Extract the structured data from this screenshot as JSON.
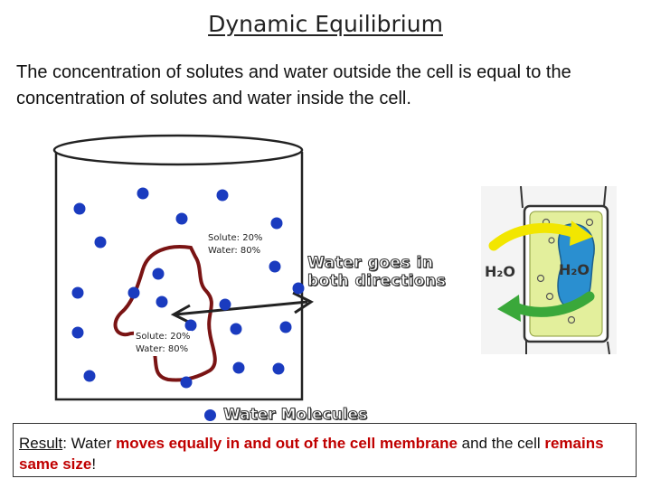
{
  "title": "Dynamic Equilibrium",
  "intro": "The concentration of solutes and water outside the cell is equal to the concentration of solutes and water inside the cell.",
  "diagram": {
    "outside_label_solute": "Solute: 20%",
    "outside_label_water": "Water: 80%",
    "inside_label_solute": "Solute: 20%",
    "inside_label_water": "Water: 80%",
    "arrow_caption_line1": "Water goes in",
    "arrow_caption_line2": "both directions",
    "legend_label": "Water Molecules",
    "water_molecule_color": "#1a3bbf",
    "cell_membrane_color": "#7a1414"
  },
  "cell_image": {
    "left_label": "H₂O",
    "right_label": "H₂O",
    "arrow_top_color": "#f2e600",
    "arrow_bottom_color": "#3aa83a",
    "cell_fill_color": "#e3ef9c",
    "nucleus_color": "#2a8fd0"
  },
  "result": {
    "label": "Result",
    "colon": ": ",
    "part1": "Water ",
    "highlight1": "moves equally in and out of the cell membrane",
    "part2": " and the cell ",
    "highlight2": "remains same size",
    "end": "!"
  }
}
